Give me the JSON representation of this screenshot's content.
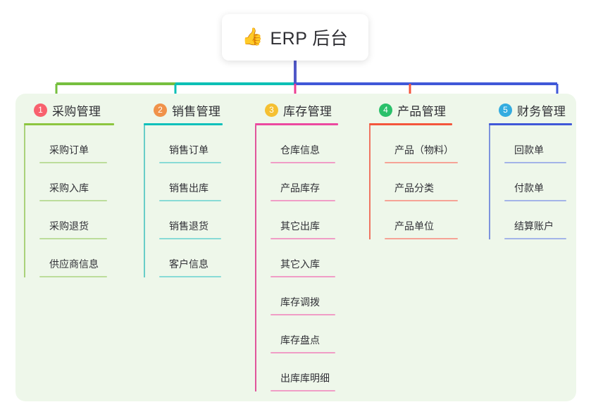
{
  "root": {
    "icon": "thumbs-up-icon",
    "icon_glyph": "👍",
    "title": "ERP 后台"
  },
  "panel": {
    "background": "#eef7ea"
  },
  "columns": [
    {
      "number": "1",
      "title": "采购管理",
      "badge_color": "#f8616e",
      "line_color": "#8cc63f",
      "spine_color": "#a9d17a",
      "rule_color": "#bcdd9b",
      "connector_color": "#76bf3f",
      "items": [
        {
          "label": "采购订单"
        },
        {
          "label": "采购入库"
        },
        {
          "label": "采购退货"
        },
        {
          "label": "供应商信息"
        }
      ]
    },
    {
      "number": "2",
      "title": "销售管理",
      "badge_color": "#f0924a",
      "line_color": "#0dc0bb",
      "spine_color": "#68cdc8",
      "rule_color": "#88dbd6",
      "connector_color": "#0cc0b5",
      "items": [
        {
          "label": "销售订单"
        },
        {
          "label": "销售出库"
        },
        {
          "label": "销售退货"
        },
        {
          "label": "客户信息"
        }
      ]
    },
    {
      "number": "3",
      "title": "库存管理",
      "badge_color": "#f5c032",
      "line_color": "#ec49a0",
      "spine_color": "#e0559b",
      "rule_color": "#f09dc6",
      "connector_color": "#ec3f92",
      "items": [
        {
          "label": "仓库信息"
        },
        {
          "label": "产品库存"
        },
        {
          "label": "其它出库"
        },
        {
          "label": "其它入库"
        },
        {
          "label": "库存调拨"
        },
        {
          "label": "库存盘点"
        },
        {
          "label": "出库库明细"
        }
      ]
    },
    {
      "number": "4",
      "title": "产品管理",
      "badge_color": "#2ac06a",
      "line_color": "#f4563c",
      "spine_color": "#ef7562",
      "rule_color": "#f6a396",
      "connector_color": "#f4563c",
      "items": [
        {
          "label": "产品（物料）"
        },
        {
          "label": "产品分类"
        },
        {
          "label": "产品单位"
        }
      ]
    },
    {
      "number": "5",
      "title": "财务管理",
      "badge_color": "#33ace0",
      "line_color": "#4058d8",
      "spine_color": "#7d93dd",
      "rule_color": "#a3b4e8",
      "connector_color": "#4058d8",
      "items": [
        {
          "label": "回款单"
        },
        {
          "label": "付款单"
        },
        {
          "label": "结算账户"
        }
      ]
    }
  ],
  "connectors": {
    "trunk_color": "#5058c8",
    "bar_segments": [
      {
        "color": "#76bf3f"
      },
      {
        "color": "#0cc0b5"
      },
      {
        "color": "#4058d8"
      }
    ]
  }
}
